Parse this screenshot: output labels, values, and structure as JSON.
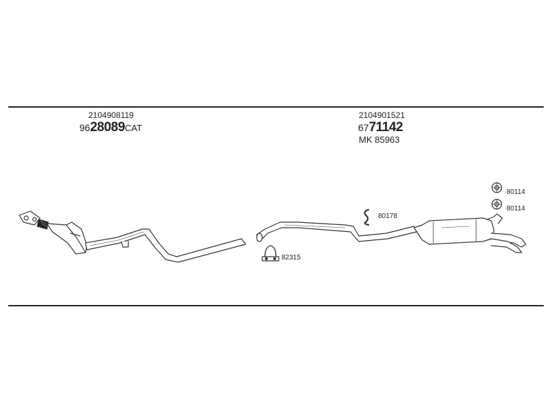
{
  "diagram": {
    "left_section": {
      "oe_number": "2104908119",
      "part_prefix": "96",
      "part_main": "28089",
      "part_suffix": "CAT"
    },
    "right_section": {
      "oe_number": "2104901521",
      "part_prefix": "67",
      "part_main": "71142",
      "mk_number": "MK  85963"
    },
    "callouts": {
      "clamp": "82315",
      "hanger": "80178",
      "mount_upper": "80114",
      "mount_lower": "80114"
    }
  }
}
